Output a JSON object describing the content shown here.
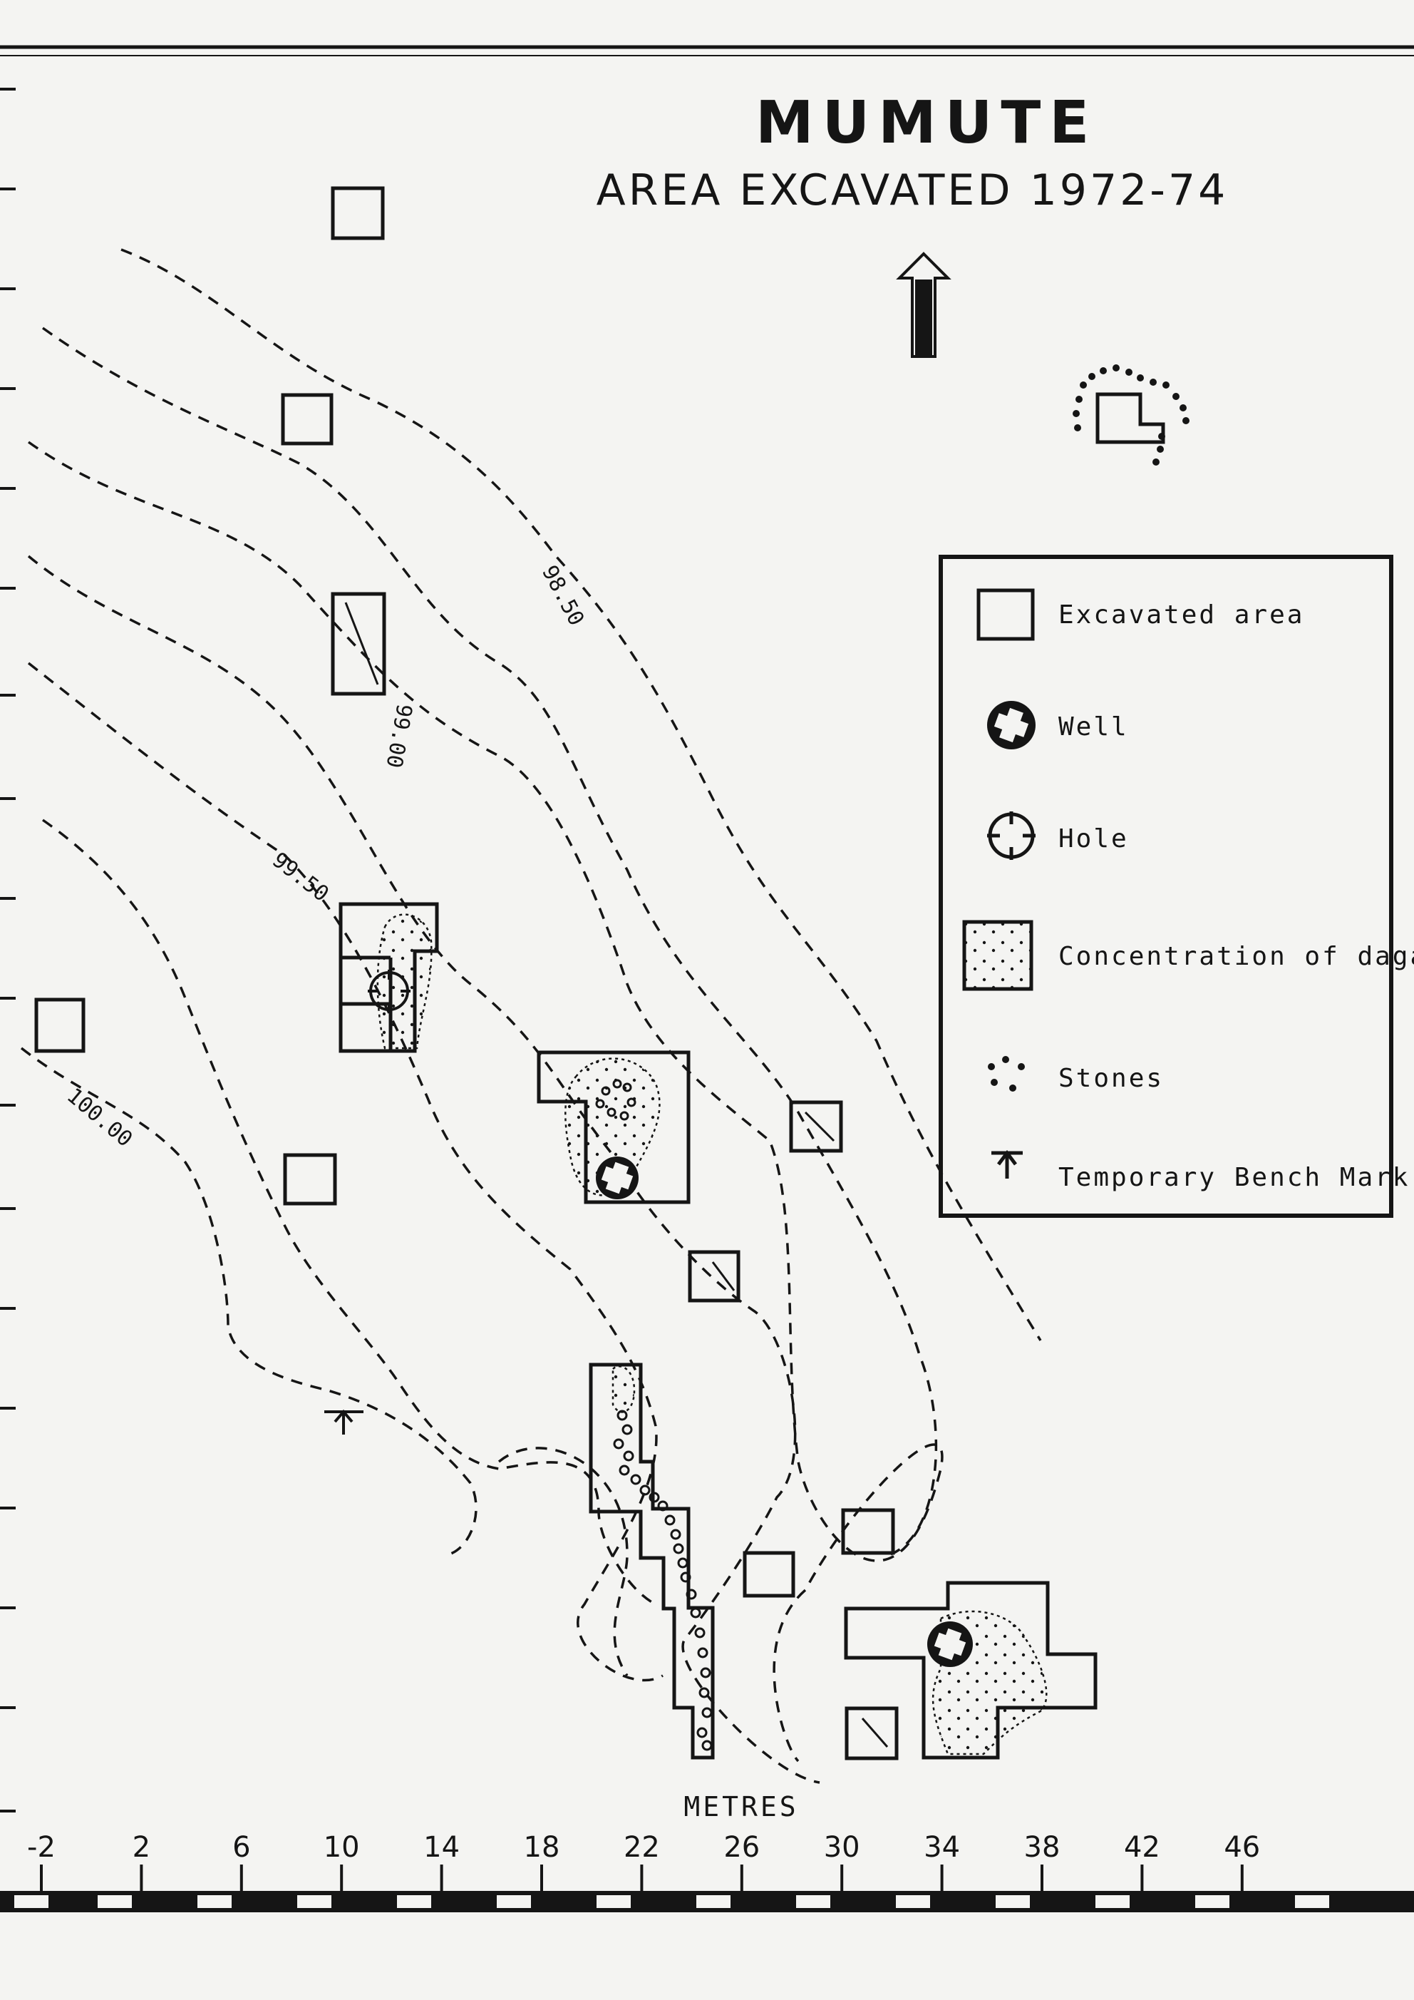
{
  "map": {
    "title": "MUMUTE",
    "subtitle": "AREA EXCAVATED 1972-74",
    "north_arrow_icon": "north-arrow-icon",
    "contours": [
      {
        "label": "98.50"
      },
      {
        "label": "99.00"
      },
      {
        "label": "99.50"
      },
      {
        "label": "100.00"
      }
    ],
    "legend": {
      "items": [
        {
          "key": "excavated",
          "label": "Excavated area",
          "icon": "square-outline-icon"
        },
        {
          "key": "well",
          "label": "Well",
          "icon": "well-icon"
        },
        {
          "key": "hole",
          "label": "Hole",
          "icon": "hole-icon"
        },
        {
          "key": "daga",
          "label": "Concentration of daga",
          "icon": "dotted-square-icon"
        },
        {
          "key": "stones",
          "label": "Stones",
          "icon": "stones-icon"
        },
        {
          "key": "tbm",
          "label": "Temporary Bench Mark",
          "icon": "bench-mark-icon"
        }
      ]
    },
    "scale": {
      "title": "METRES",
      "ticks": [
        -2,
        2,
        6,
        10,
        14,
        18,
        22,
        26,
        30,
        34,
        38,
        42,
        46
      ],
      "tick_labels": [
        "-2",
        "2",
        "6",
        "10",
        "14",
        "18",
        "22",
        "26",
        "30",
        "34",
        "38",
        "42",
        "46"
      ]
    }
  }
}
